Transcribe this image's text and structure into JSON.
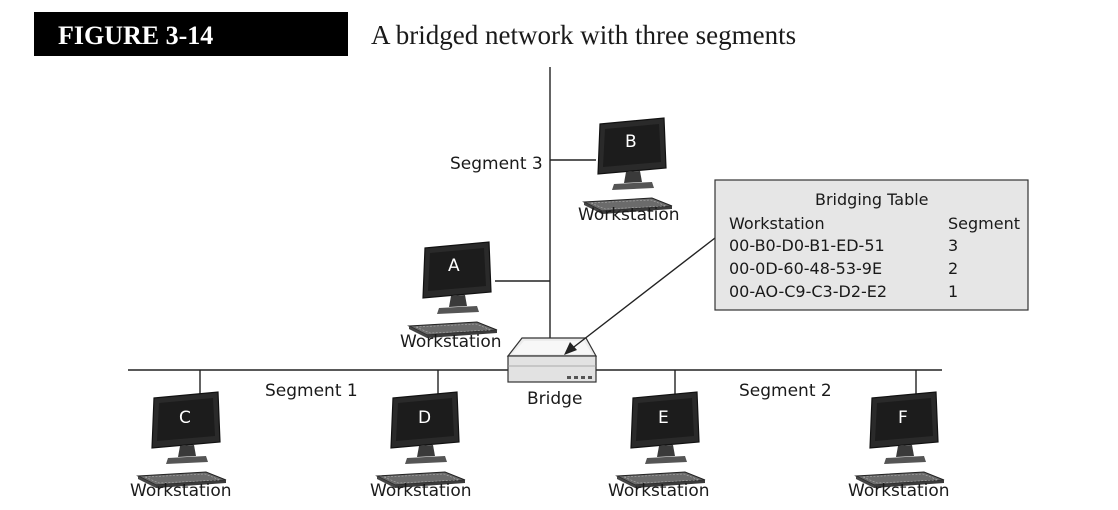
{
  "figure": {
    "label": "FIGURE 3-14",
    "caption": "A bridged network with three segments"
  },
  "segments": {
    "seg1": "Segment 1",
    "seg2": "Segment 2",
    "seg3": "Segment 3"
  },
  "bridge": {
    "label": "Bridge"
  },
  "workstations": [
    {
      "id": "A",
      "label": "Workstation"
    },
    {
      "id": "B",
      "label": "Workstation"
    },
    {
      "id": "C",
      "label": "Workstation"
    },
    {
      "id": "D",
      "label": "Workstation"
    },
    {
      "id": "E",
      "label": "Workstation"
    },
    {
      "id": "F",
      "label": "Workstation"
    }
  ],
  "bridging_table": {
    "title": "Bridging Table",
    "col_workstation": "Workstation",
    "col_segment": "Segment",
    "rows": [
      {
        "mac": "00-B0-D0-B1-ED-51",
        "segment": "3"
      },
      {
        "mac": "00-0D-60-48-53-9E",
        "segment": "2"
      },
      {
        "mac": "00-AO-C9-C3-D2-E2",
        "segment": "1"
      }
    ]
  },
  "colors": {
    "label_bg": "#000000",
    "table_bg": "#e6e6e6",
    "screen": "#1f1f1f"
  }
}
